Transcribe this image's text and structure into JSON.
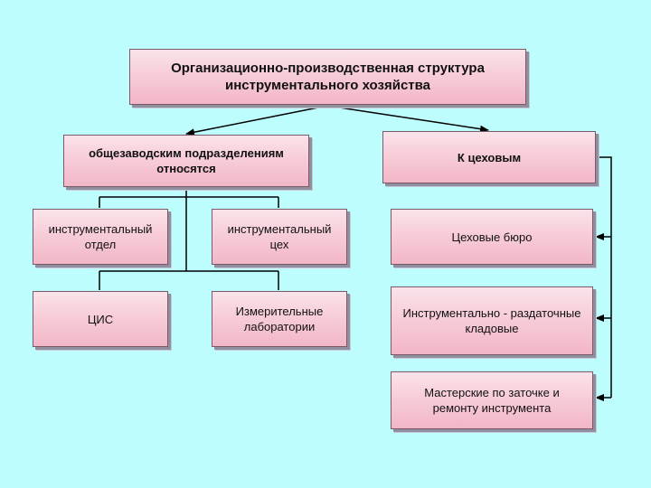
{
  "diagram": {
    "root": {
      "label": "Организационно-производственная структура\nинструментального хозяйства"
    },
    "left_branch": {
      "label": "общезаводским подразделениям\nотносятся",
      "items": [
        {
          "label": "инструментальный\nотдел"
        },
        {
          "label": "инструментальный\nцех"
        },
        {
          "label": "ЦИС"
        },
        {
          "label": "Измерительные\nлаборатории"
        }
      ]
    },
    "right_branch": {
      "label": "К цеховым",
      "items": [
        {
          "label": "Цеховые бюро"
        },
        {
          "label": "Инструментально - раздаточные\nкладовые"
        },
        {
          "label": "Мастерские по заточке и\nремонту инструмента"
        }
      ]
    },
    "colors": {
      "background": "#bdfdfd",
      "box_fill": "#f7cdd9",
      "box_shadow": "#8f8f9f",
      "line": "#000000"
    }
  }
}
